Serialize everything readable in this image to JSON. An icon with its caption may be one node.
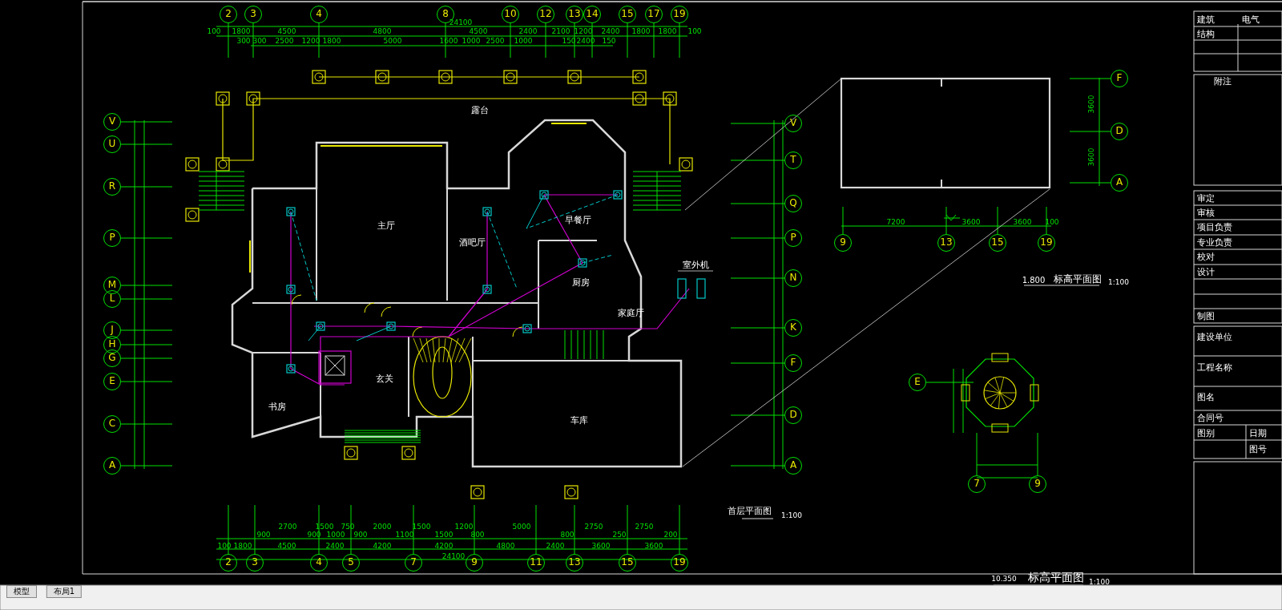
{
  "diagram": {
    "nodes": [
      {
        "text": [
          "2"
        ]
      },
      {
        "text": [
          "3"
        ]
      },
      {
        "text": [
          "4"
        ]
      },
      {
        "text": [
          "8"
        ]
      },
      {
        "text": [
          "10"
        ]
      },
      {
        "text": [
          "12"
        ]
      },
      {
        "text": [
          "13"
        ]
      },
      {
        "text": [
          "14"
        ]
      },
      {
        "text": [
          "15"
        ]
      },
      {
        "text": [
          "17"
        ]
      },
      {
        "text": [
          "19"
        ]
      },
      {
        "text": [
          "V"
        ]
      },
      {
        "text": [
          "U"
        ]
      },
      {
        "text": [
          "R"
        ]
      },
      {
        "text": [
          "P"
        ]
      },
      {
        "text": [
          "M"
        ]
      },
      {
        "text": [
          "L"
        ]
      },
      {
        "text": [
          "J"
        ]
      },
      {
        "text": [
          "H"
        ]
      },
      {
        "text": [
          "G"
        ]
      },
      {
        "text": [
          "E"
        ]
      },
      {
        "text": [
          "C"
        ]
      },
      {
        "text": [
          "A"
        ]
      },
      {
        "text": [
          "V"
        ]
      },
      {
        "text": [
          "T"
        ]
      },
      {
        "text": [
          "Q"
        ]
      },
      {
        "text": [
          "P"
        ]
      },
      {
        "text": [
          "N"
        ]
      },
      {
        "text": [
          "K"
        ]
      },
      {
        "text": [
          "F"
        ]
      },
      {
        "text": [
          "D"
        ]
      },
      {
        "text": [
          "A"
        ]
      },
      {
        "text": [
          "F"
        ]
      },
      {
        "text": [
          "D"
        ]
      },
      {
        "text": [
          "A"
        ]
      },
      {
        "text": [
          "9"
        ]
      },
      {
        "text": [
          "13"
        ]
      },
      {
        "text": [
          "15"
        ]
      },
      {
        "text": [
          "19"
        ]
      },
      {
        "text": [
          "E"
        ]
      },
      {
        "text": [
          "7"
        ]
      },
      {
        "text": [
          "9"
        ]
      },
      {
        "text": [
          "2"
        ]
      },
      {
        "text": [
          "3"
        ]
      },
      {
        "text": [
          "4"
        ]
      },
      {
        "text": [
          "5"
        ]
      },
      {
        "text": [
          "7"
        ]
      },
      {
        "text": [
          "9"
        ]
      },
      {
        "text": [
          "11"
        ]
      },
      {
        "text": [
          "13"
        ]
      },
      {
        "text": [
          "15"
        ]
      },
      {
        "text": [
          "19"
        ]
      }
    ],
    "labels": [
      "100",
      "1800",
      "4500",
      "4800",
      "4500",
      "2400",
      "2100",
      "1200",
      "2400",
      "1800",
      "1800",
      "100",
      "24100",
      "300",
      "300",
      "2500",
      "1200",
      "1800",
      "5000",
      "1600",
      "1000",
      "2500",
      "1000",
      "150",
      "2400",
      "150",
      "露台",
      "主厅",
      "酒吧厅",
      "早餐厅",
      "厨房",
      "家庭厅",
      "玄关",
      "书房",
      "车库",
      "室外机",
      "3600",
      "3600",
      "7200",
      "3600",
      "3600",
      "100",
      "1.800",
      "标高平面图",
      "1:100",
      "首层平面图",
      "1:100",
      "900",
      "2700",
      "900",
      "1500",
      "1000",
      "750",
      "900",
      "2000",
      "1100",
      "1500",
      "1500",
      "1200",
      "800",
      "5000",
      "800",
      "2750",
      "250",
      "2750",
      "200",
      "100",
      "1800",
      "4500",
      "2400",
      "4200",
      "4200",
      "4800",
      "2400",
      "3600",
      "3600",
      "24100",
      "10.350",
      "标高平面图",
      "1:100",
      "建筑",
      "电气",
      "结构",
      "附注",
      "审定",
      "审核",
      "项目负责",
      "专业负责",
      "校对",
      "设计",
      "制图",
      "建设单位",
      "工程名称",
      "图名",
      "合同号",
      "图别",
      "日期",
      "图号",
      "模型",
      "布局1"
    ]
  }
}
